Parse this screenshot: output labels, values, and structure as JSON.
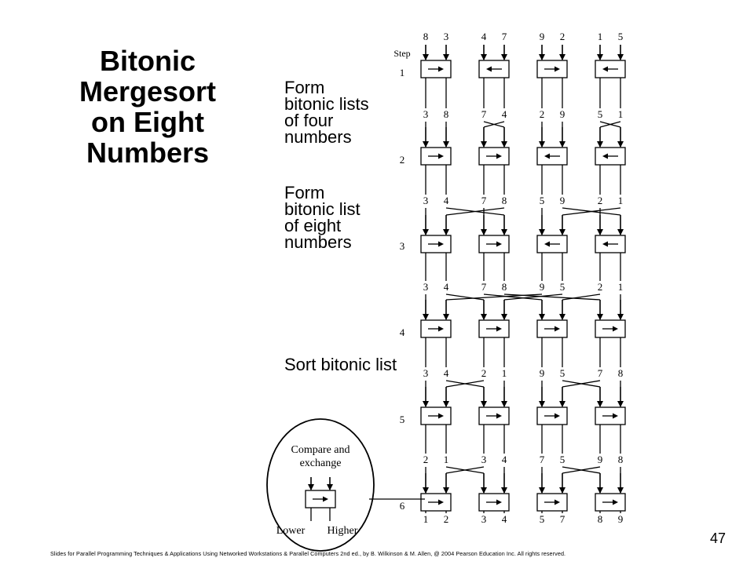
{
  "slide": {
    "title_lines": [
      "Bitonic",
      "Mergesort",
      "on Eight",
      "Numbers"
    ],
    "page_number": "47",
    "footer": "Slides for Parallel Programming Techniques & Applications Using Networked Workstations & Parallel Computers 2nd ed., by B. Wilkinson & M. Allen, @ 2004 Pearson Education Inc. All rights reserved."
  },
  "stage_labels": {
    "form4": [
      "Form",
      "bitonic lists",
      "of four",
      "numbers"
    ],
    "form8": [
      "Form",
      "bitonic list",
      "of eight",
      "numbers"
    ],
    "sort": [
      "Sort bitonic list"
    ]
  },
  "network": {
    "step_header": "Step",
    "step_numbers": [
      "1",
      "2",
      "3",
      "4",
      "5",
      "6"
    ],
    "values_per_row": [
      [
        "8",
        "3",
        "4",
        "7",
        "9",
        "2",
        "1",
        "5"
      ],
      [
        "3",
        "8",
        "7",
        "4",
        "2",
        "9",
        "5",
        "1"
      ],
      [
        "3",
        "4",
        "7",
        "8",
        "5",
        "9",
        "2",
        "1"
      ],
      [
        "3",
        "4",
        "7",
        "8",
        "9",
        "5",
        "2",
        "1"
      ],
      [
        "3",
        "4",
        "2",
        "1",
        "9",
        "5",
        "7",
        "8"
      ],
      [
        "2",
        "1",
        "3",
        "4",
        "7",
        "5",
        "9",
        "8"
      ],
      [
        "1",
        "2",
        "3",
        "4",
        "5",
        "7",
        "8",
        "9"
      ]
    ],
    "comparator_directions": [
      [
        "right",
        "left",
        "right",
        "left"
      ],
      [
        "right",
        "right",
        "left",
        "left"
      ],
      [
        "right",
        "right",
        "left",
        "left"
      ],
      [
        "right",
        "right",
        "right",
        "right"
      ],
      [
        "right",
        "right",
        "right",
        "right"
      ],
      [
        "right",
        "right",
        "right",
        "right"
      ]
    ]
  },
  "legend": {
    "title_lines": [
      "Compare and",
      "exchange"
    ],
    "lower_label": "Lower",
    "higher_label": "Higher",
    "direction": "right"
  },
  "colors": {
    "ink": "#000000",
    "background": "#ffffff"
  }
}
